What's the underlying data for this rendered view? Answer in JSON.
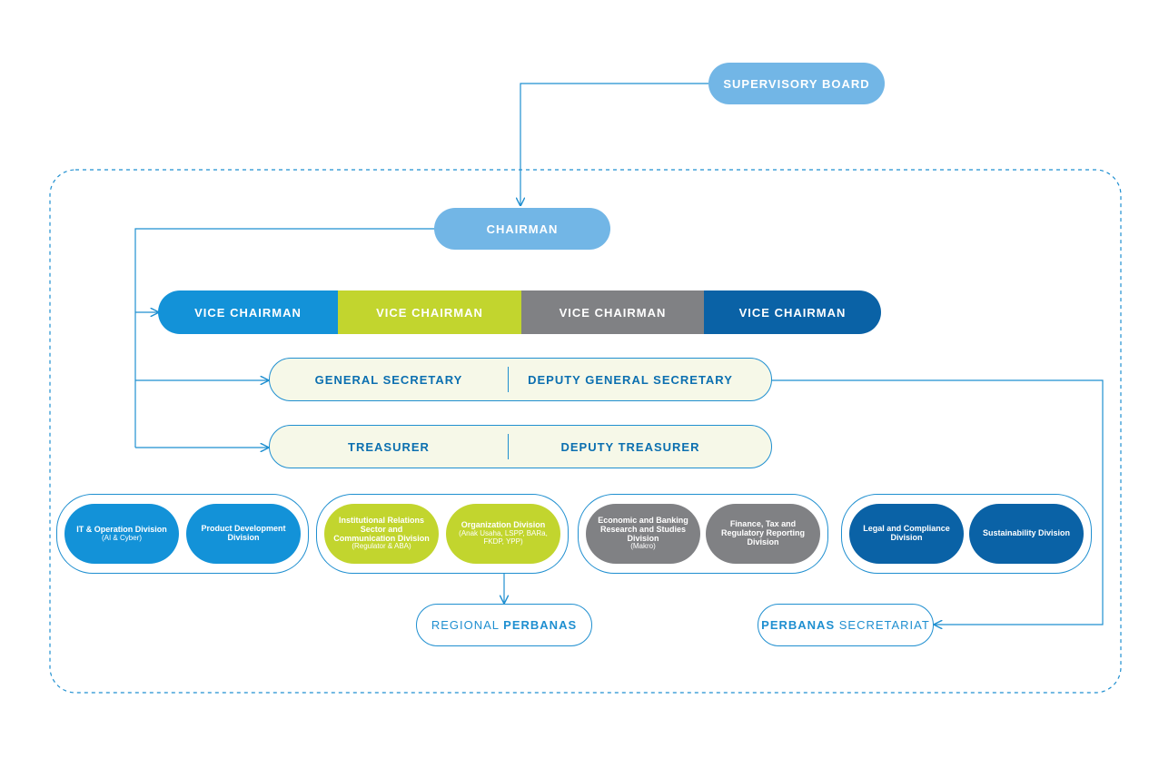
{
  "supervisory_board": "SUPERVISORY BOARD",
  "chairman": "CHAIRMAN",
  "vice_chairmen": [
    {
      "label": "VICE CHAIRMAN",
      "color": "#1392d8"
    },
    {
      "label": "VICE CHAIRMAN",
      "color": "#c2d52e"
    },
    {
      "label": "VICE CHAIRMAN",
      "color": "#808184"
    },
    {
      "label": "VICE CHAIRMAN",
      "color": "#0a62a6"
    }
  ],
  "secretary_row": {
    "left": "GENERAL SECRETARY",
    "right": "DEPUTY GENERAL SECRETARY"
  },
  "treasurer_row": {
    "left": "TREASURER",
    "right": "DEPUTY TREASURER"
  },
  "divisions": [
    {
      "title": "IT & Operation Division",
      "sub": "(AI & Cyber)",
      "color": "#1392d8"
    },
    {
      "title": "Product Development Division",
      "sub": "",
      "color": "#1392d8"
    },
    {
      "title": "Institutional Relations Sector and Communication Division",
      "sub": "(Regulator & ABA)",
      "color": "#c2d52e"
    },
    {
      "title": "Organization Division",
      "sub": "(Anak Usaha, LSPP, BARa, FKDP, YPP)",
      "color": "#c2d52e"
    },
    {
      "title": "Economic and Banking Research and Studies Division",
      "sub": "(Makro)",
      "color": "#808184"
    },
    {
      "title": "Finance, Tax and Regulatory Reporting Division",
      "sub": "",
      "color": "#808184"
    },
    {
      "title": "Legal and Compliance Division",
      "sub": "",
      "color": "#0a62a6"
    },
    {
      "title": "Sustainability Division",
      "sub": "",
      "color": "#0a62a6"
    }
  ],
  "regional": {
    "plain": "REGIONAL ",
    "bold": "PERBANAS"
  },
  "secretariat": {
    "bold": "PERBANAS",
    "plain": " SECRETARIAT"
  },
  "colors": {
    "line": "#1f8fd0",
    "light_blue": "#72b6e6",
    "cream": "#f6f8e8"
  }
}
